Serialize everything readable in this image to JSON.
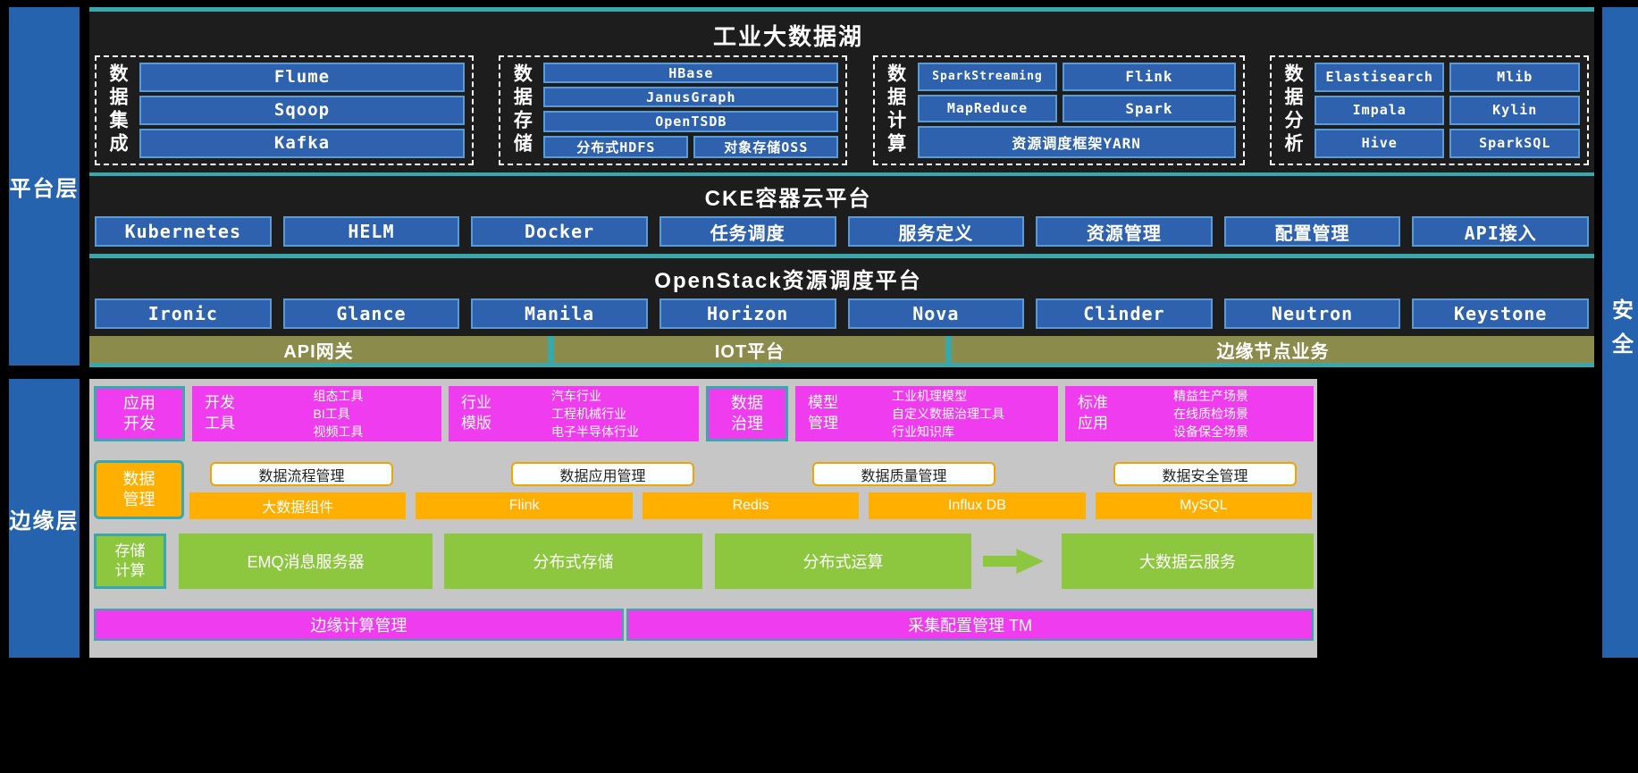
{
  "side_labels": {
    "platform": "平台层",
    "edge": "边缘层",
    "security": "安全"
  },
  "platform_panel": {
    "data_lake": {
      "title": "工业大数据湖",
      "integration": {
        "label": "数据集成",
        "items": [
          "Flume",
          "Sqoop",
          "Kafka"
        ]
      },
      "storage": {
        "label": "数据存储",
        "items": [
          "HBase",
          "JanusGraph",
          "OpenTSDB"
        ],
        "bottom_row": [
          "分布式HDFS",
          "对象存储OSS"
        ]
      },
      "compute": {
        "label": "数据计算",
        "rows": [
          [
            "SparkStreaming",
            "Flink"
          ],
          [
            "MapReduce",
            "Spark"
          ]
        ],
        "wide": "资源调度框架YARN"
      },
      "analysis": {
        "label": "数据分析",
        "grid": [
          [
            "Elastisearch",
            "Mlib"
          ],
          [
            "Impala",
            "Kylin"
          ],
          [
            "Hive",
            "SparkSQL"
          ]
        ]
      }
    },
    "cke": {
      "title": "CKE容器云平台",
      "items": [
        "Kubernetes",
        "HELM",
        "Docker",
        "任务调度",
        "服务定义",
        "资源管理",
        "配置管理",
        "API接入"
      ]
    },
    "openstack": {
      "title": "OpenStack资源调度平台",
      "items": [
        "Ironic",
        "Glance",
        "Manila",
        "Horizon",
        "Nova",
        "Clinder",
        "Neutron",
        "Keystone"
      ]
    },
    "gateway": {
      "items": [
        "API网关",
        "IOT平台",
        "边缘节点业务"
      ]
    }
  },
  "edge_panel": {
    "apps": {
      "app_dev": "应用\n开发",
      "dev_tools": {
        "label": "开发\n工具",
        "items": [
          "组态工具",
          "BI工具",
          "视频工具"
        ]
      },
      "industry": {
        "label": "行业\n模版",
        "items": [
          "汽车行业",
          "工程机械行业",
          "电子半导体行业"
        ]
      },
      "governance": "数据\n治理",
      "model": {
        "label": "模型\n管理",
        "items": [
          "工业机理模型",
          "自定义数据治理工具",
          "行业知识库"
        ]
      },
      "standard": {
        "label": "标准\n应用",
        "items": [
          "精益生产场景",
          "在线质检场景",
          "设备保全场景"
        ]
      }
    },
    "data_mgmt": {
      "label": "数据\n管理",
      "managers": [
        "数据流程管理",
        "数据应用管理",
        "数据质量管理",
        "数据安全管理"
      ],
      "components": [
        "大数据组件",
        "Flink",
        "Redis",
        "Influx DB",
        "MySQL"
      ]
    },
    "storage_compute": {
      "label": "存储\n计算",
      "items": [
        "EMQ消息服务器",
        "分布式存储",
        "分布式运算",
        "大数据云服务"
      ]
    },
    "bottom": {
      "items": [
        "边缘计算管理",
        "采集配置管理 TM"
      ]
    }
  },
  "colors": {
    "teal_accent": "#38a8ad",
    "blue_box": "#2e61ae",
    "blue_box_border": "#5b9bd5",
    "side_bar_blue": "#2563ae",
    "olive": "#8b8b4b",
    "magenta": "#ee3cee",
    "orange": "#ffaf00",
    "green": "#8dc63f",
    "dark_panel": "#1d1d1d",
    "gray_panel": "#c6c6c6"
  }
}
